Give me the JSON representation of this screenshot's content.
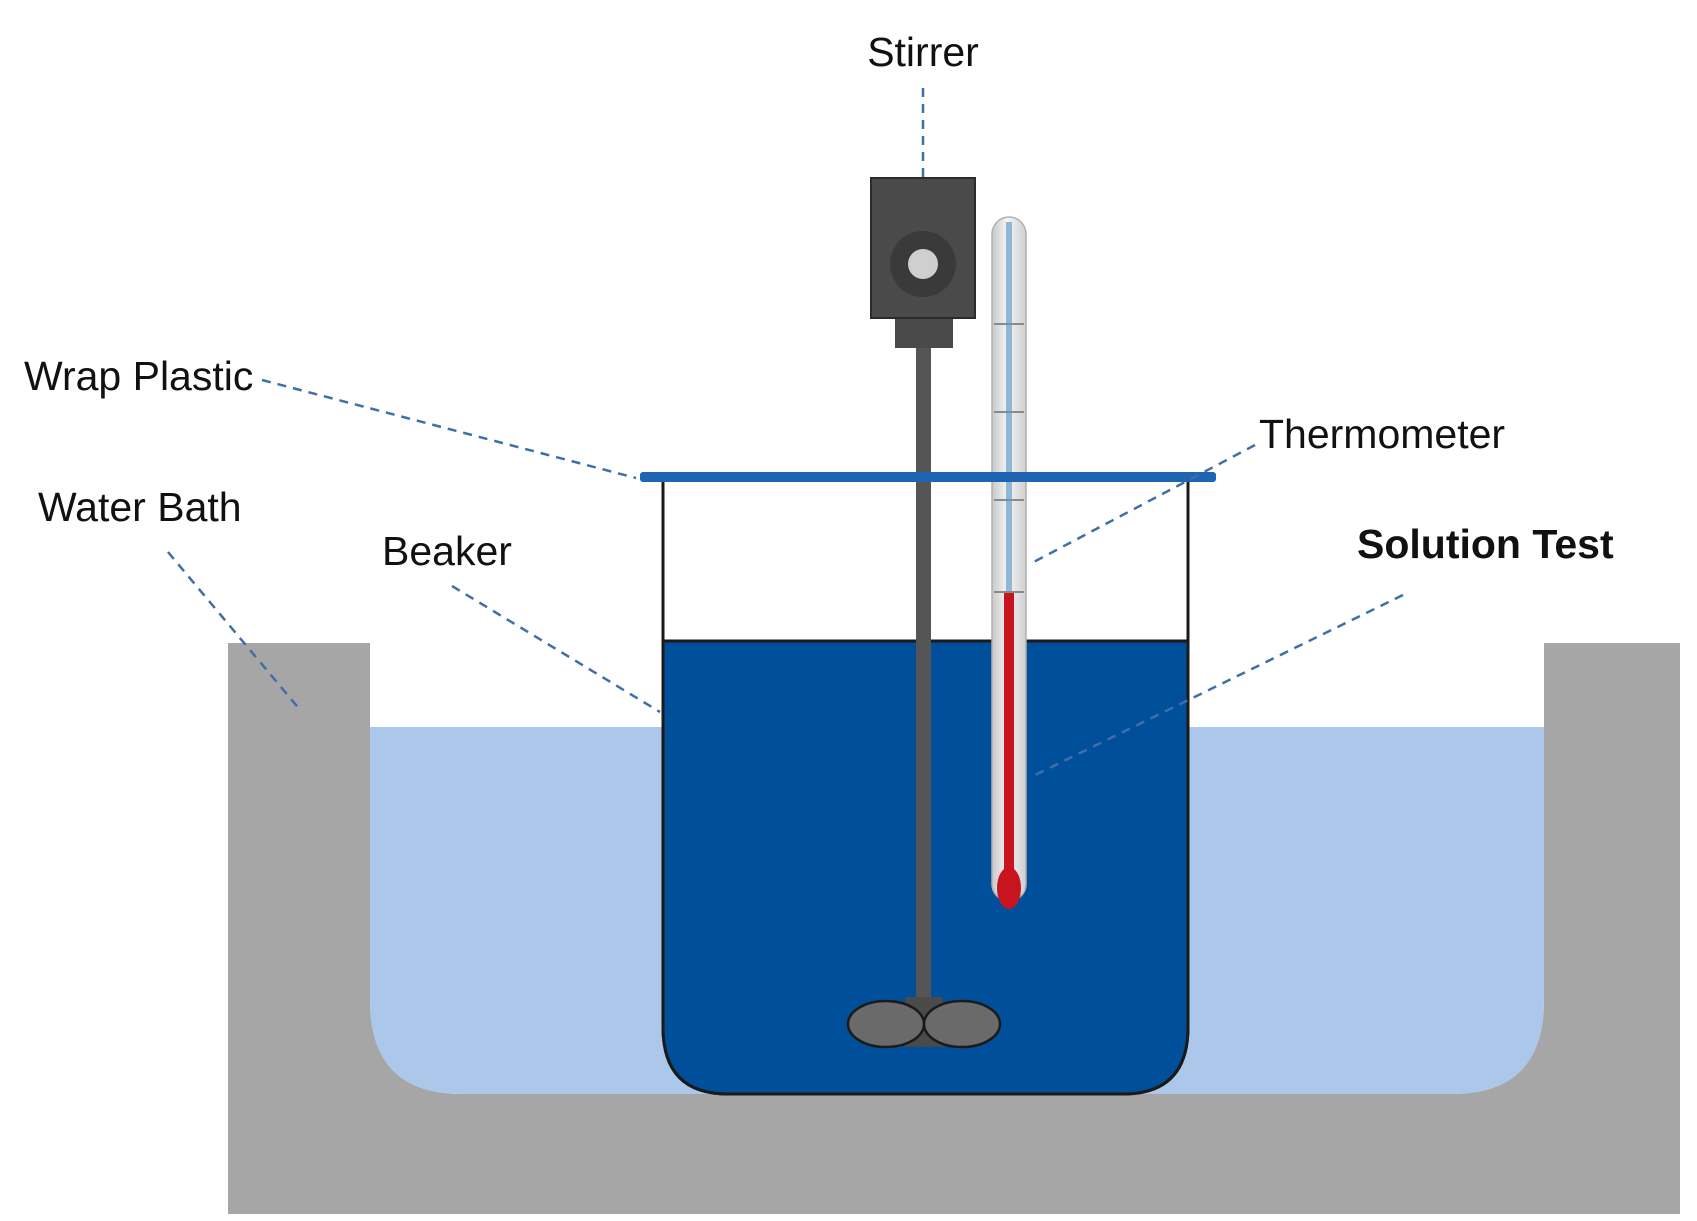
{
  "labels": {
    "stirrer": "Stirrer",
    "wrap_plastic": "Wrap Plastic",
    "water_bath": "Water Bath",
    "beaker": "Beaker",
    "thermometer": "Thermometer",
    "solution_test": "Solution Test"
  },
  "colors": {
    "bath_wall": "#a6a6a6",
    "bath_water": "#abc7ea",
    "solution": "#004f9b",
    "wrap_plastic": "#1f63b3",
    "stirrer_body": "#555555",
    "thermometer_liquid": "#c8141e",
    "leader_line": "#3f6ea8"
  }
}
